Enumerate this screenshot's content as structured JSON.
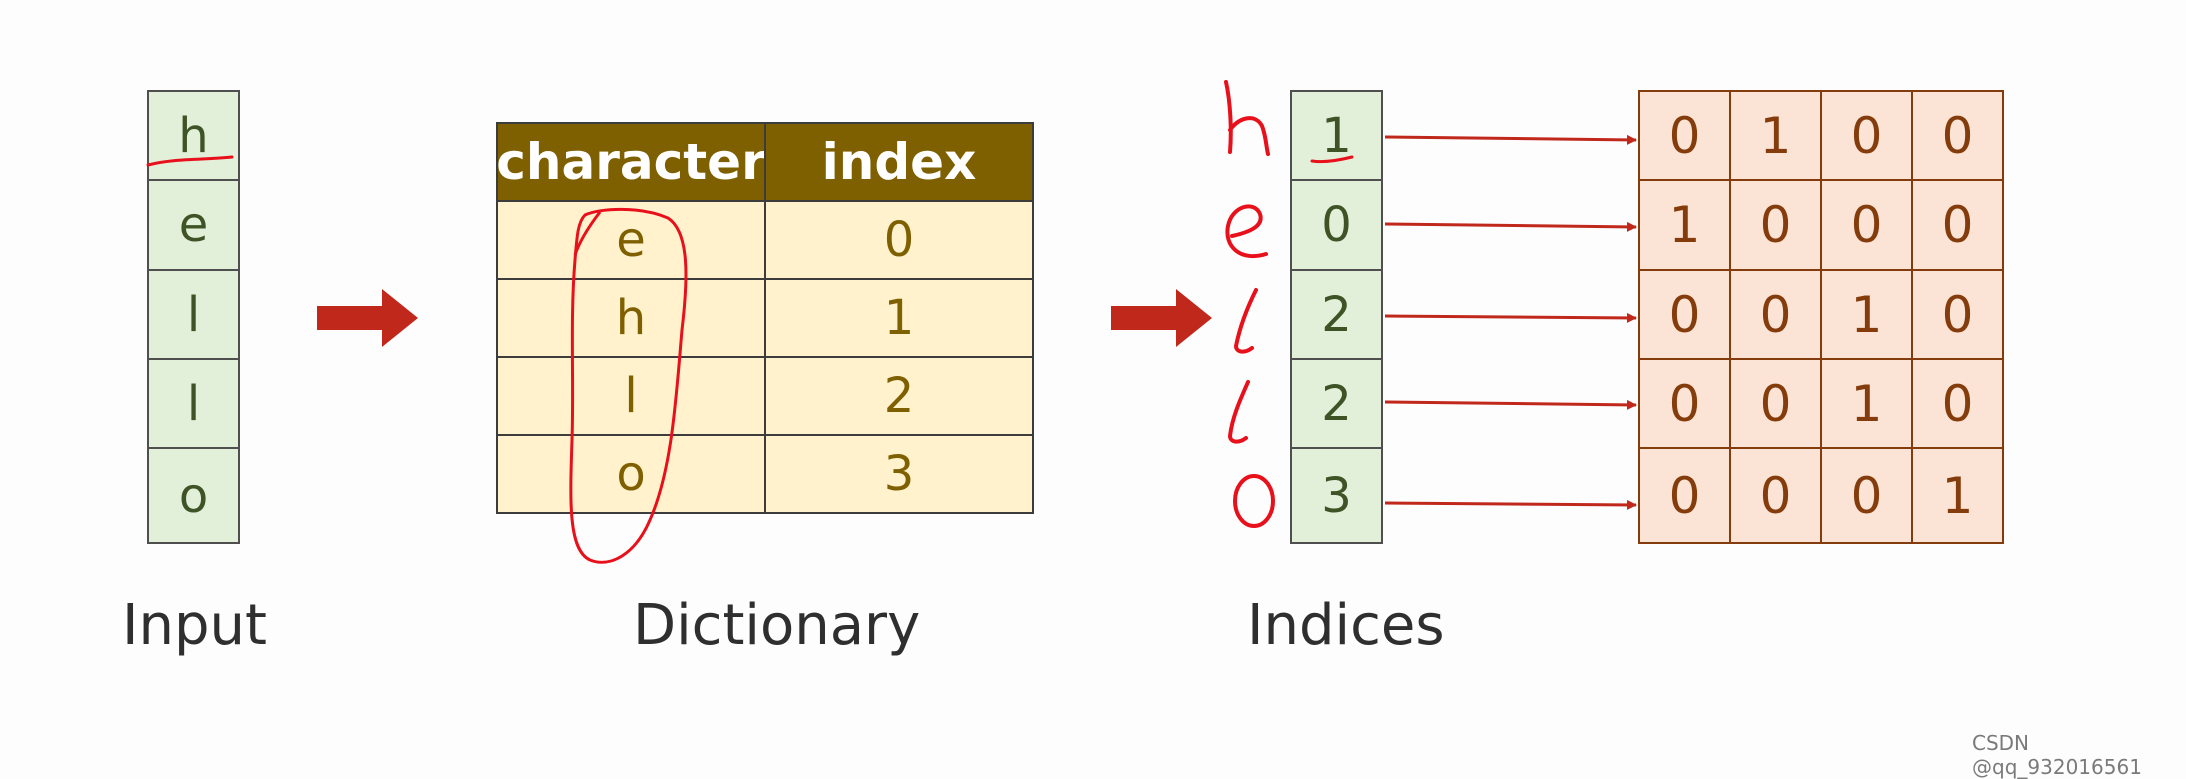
{
  "input": {
    "letters": [
      "h",
      "e",
      "l",
      "l",
      "o"
    ],
    "caption": "Input"
  },
  "dictionary": {
    "headers": [
      "character",
      "index"
    ],
    "rows": [
      [
        "e",
        "0"
      ],
      [
        "h",
        "1"
      ],
      [
        "l",
        "2"
      ],
      [
        "o",
        "3"
      ]
    ],
    "caption": "Dictionary"
  },
  "indices": {
    "values": [
      "1",
      "0",
      "2",
      "2",
      "3"
    ],
    "caption": "Indices"
  },
  "onehot": {
    "rows": [
      [
        "0",
        "1",
        "0",
        "0"
      ],
      [
        "1",
        "0",
        "0",
        "0"
      ],
      [
        "0",
        "0",
        "1",
        "0"
      ],
      [
        "0",
        "0",
        "1",
        "0"
      ],
      [
        "0",
        "0",
        "0",
        "1"
      ]
    ]
  },
  "handwritten_word": "hello",
  "watermark": "CSDN @qq_932016561",
  "colors": {
    "green_fill": "#e2efd9",
    "dict_header": "#7f6000",
    "dict_fill": "#fff2cc",
    "onehot_fill": "#fbe4d5",
    "arrow_red": "#c0281c",
    "annotation_red": "#e8101a"
  }
}
